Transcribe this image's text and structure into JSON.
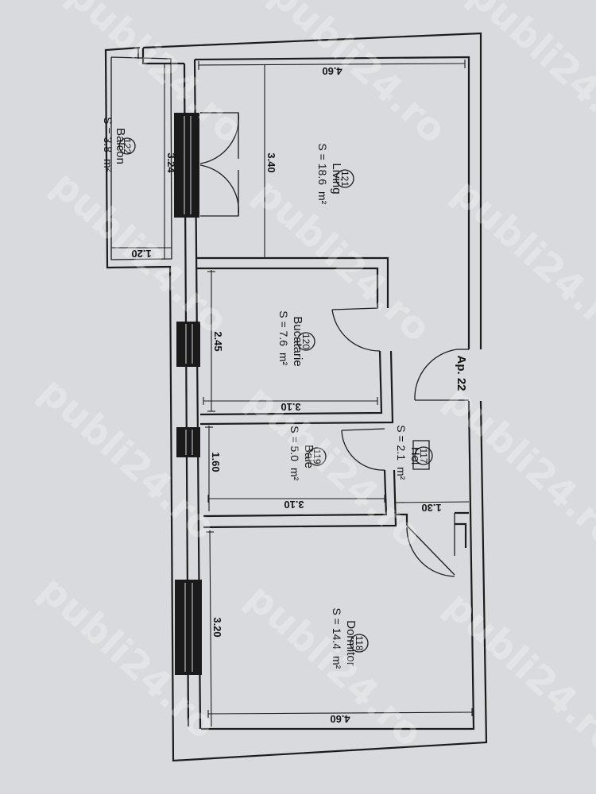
{
  "watermark": "publi24.ro",
  "apartment_label": "Ap. 22",
  "area_unit": "m²",
  "rooms": {
    "living": {
      "number": "121",
      "name": "Living",
      "area": "S = 18.6"
    },
    "balcon": {
      "number": "122",
      "name": "Balcon",
      "area": "S = 3.8"
    },
    "bucatarie": {
      "number": "120",
      "name": "Bucatarie",
      "area": "S = 7.6"
    },
    "baie": {
      "number": "119",
      "name": "Baie",
      "area": "S = 5.0"
    },
    "hol": {
      "number": "117",
      "name": "Hol",
      "area": "S = 2.1"
    },
    "dormitor": {
      "number": "118",
      "name": "Dormitor",
      "area": "S = 14.4"
    }
  },
  "dimensions": {
    "living_width": "4.60",
    "living_depth": "3.40",
    "balcon_depth": "3.24",
    "balcon_width": "1.20",
    "bucatarie_depth": "2.45",
    "bucatarie_width": "3.10",
    "baie_depth": "1.60",
    "baie_width": "3.10",
    "hol_width": "1.30",
    "dormitor_depth": "3.20",
    "dormitor_width": "4.60"
  }
}
